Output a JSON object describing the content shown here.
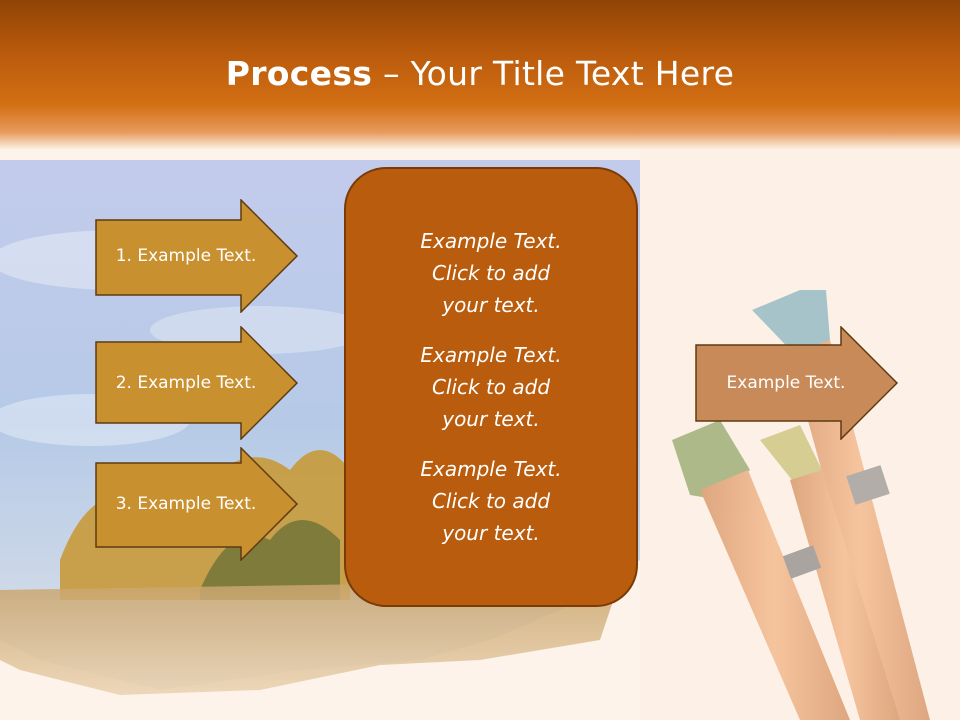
{
  "slide": {
    "title_bold": "Process",
    "title_rest": " – Your Title Text Here"
  },
  "left_arrows": [
    {
      "label": "1. Example Text."
    },
    {
      "label": "2. Example Text."
    },
    {
      "label": "3. Example Text."
    }
  ],
  "center_panel": {
    "blocks": [
      {
        "text": "Example Text.\nClick  to add\nyour text."
      },
      {
        "text": "Example Text.\nClick  to add\nyour text."
      },
      {
        "text": "Example Text.\nClick  to add\nyour text."
      }
    ]
  },
  "right_arrow": {
    "label": "Example Text."
  },
  "colors": {
    "header": "#b95a0c",
    "arrow_fill": "#c9902f",
    "arrow_out_fill": "#c98a5a",
    "panel_fill": "#b95c0d",
    "outline": "#7a3b08"
  }
}
